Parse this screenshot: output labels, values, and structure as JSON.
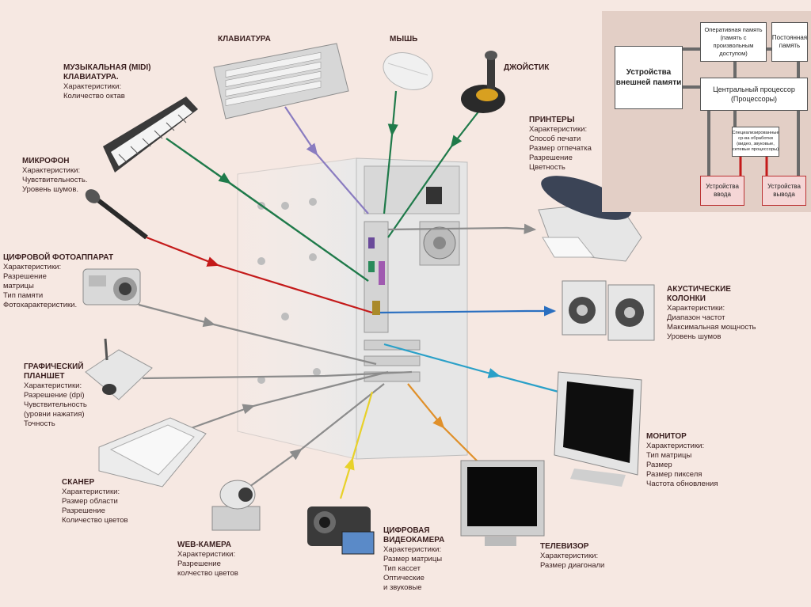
{
  "devices": {
    "midi": {
      "title": "МУЗЫКАЛЬНАЯ (MIDI)",
      "title2": "КЛАВИАТУРА.",
      "lines": [
        "Характеристики:",
        "Количество октав"
      ]
    },
    "keyboard": {
      "title": "КЛАВИАТУРА"
    },
    "mouse": {
      "title": "МЫШЬ"
    },
    "joystick": {
      "title": "ДЖОЙСТИК"
    },
    "microphone": {
      "title": "МИКРОФОН",
      "lines": [
        "Характеристики:",
        "Чувствительность.",
        "Уровень шумов."
      ]
    },
    "printers": {
      "title": "ПРИНТЕРЫ",
      "lines": [
        "Характеристики:",
        "Способ печати",
        "Размер отпечатка",
        "Разрешение",
        "Цветность"
      ]
    },
    "camera": {
      "title": "ЦИФРОВОЙ ФОТОАППАРАТ",
      "lines": [
        "Характеристики:",
        "Разрешение",
        "матрицы",
        "Тип памяти",
        "Фотохарактеристики."
      ]
    },
    "speakers": {
      "title": "АКУСТИЧЕСКИЕ",
      "title2": "КОЛОНКИ",
      "lines": [
        "Характеристики:",
        "Диапазон частот",
        "Максимальная мощность",
        "Уровень шумов"
      ]
    },
    "tablet": {
      "title": "ГРАФИЧЕСКИЙ",
      "title2": "ПЛАНШЕТ",
      "lines": [
        "Характеристики:",
        "Разрешение (dpi)",
        "Чувствительность",
        "(уровни нажатия)",
        "Точность"
      ]
    },
    "monitor": {
      "title": "МОНИТОР",
      "lines": [
        "Характеристики:",
        "Тип матрицы",
        "Размер",
        "Размер пикселя",
        "Частота обновления"
      ]
    },
    "scanner": {
      "title": "СКАНЕР",
      "lines": [
        "Характеристики:",
        "Размер области",
        "Разрешение",
        "Количество цветов"
      ]
    },
    "webcam": {
      "title": "WEB-КАМЕРА",
      "lines": [
        "Характеристики:",
        "Разрешение",
        "колчество цветов"
      ]
    },
    "videocam": {
      "title": "ЦИФРОВАЯ",
      "title2": "ВИДЕОКАМЕРА",
      "lines": [
        "Характеристики:",
        "Размер матрицы",
        "Тип кассет",
        "Оптические",
        "и звуковые"
      ]
    },
    "tv": {
      "title": "ТЕЛЕВИЗОР",
      "lines": [
        "Характеристики:",
        "Размер диагонали"
      ]
    }
  },
  "architecture": {
    "external": "Устройства внешней памяти",
    "ram": "Оперативная память (память с произвольным доступом)",
    "rom": "Постоянная память",
    "cpu": "Центральный процессор (Процессоры)",
    "special": "Специализированные ср-ва обработки (видео, звуковые, сетевые процессоры)",
    "input": "Устройства ввода",
    "output": "Устройства вывода"
  },
  "colors": {
    "background": "#f6e8e2",
    "panel": "#e3cfc6",
    "green": "#1f7a4a",
    "purple": "#8a7cc0",
    "red": "#c41a1a",
    "blue": "#2a6fc0",
    "cyan": "#2aa0c8",
    "gray": "#8c8c8c",
    "yellow": "#e8d12a",
    "orange": "#e0902a"
  },
  "icons": [
    "midi-keyboard-icon",
    "keyboard-icon",
    "mouse-icon",
    "joystick-icon",
    "microphone-icon",
    "printer-icon",
    "photo-camera-icon",
    "speakers-icon",
    "graphics-tablet-icon",
    "monitor-icon",
    "scanner-icon",
    "webcam-icon",
    "videocamera-icon",
    "tv-icon",
    "system-unit-icon"
  ]
}
